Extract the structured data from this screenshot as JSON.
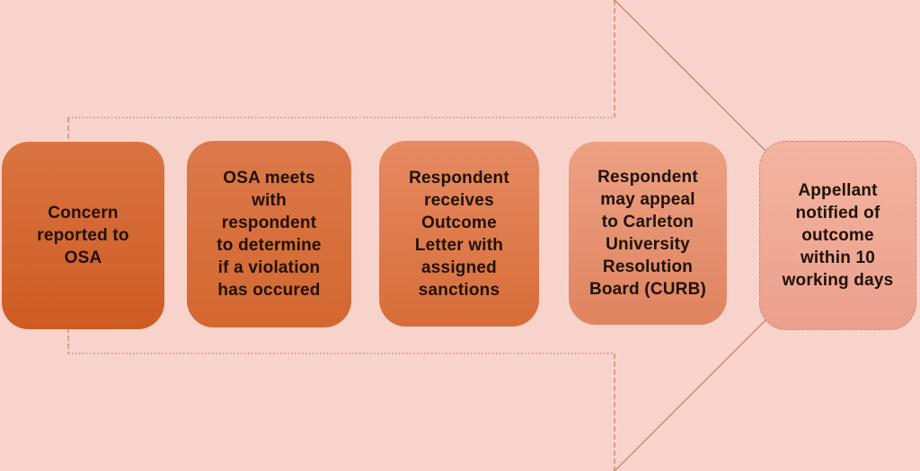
{
  "diagram": {
    "background_color": "#f8d3cb",
    "text_color": "#1f1206",
    "arrow": {
      "outline_color": "#cf7a5c"
    },
    "steps": [
      {
        "label": "Concern\nreported to\nOSA",
        "color_top": "#db7343",
        "color_bottom": "#cd5c22"
      },
      {
        "label": "OSA meets\nwith\nrespondent\nto determine\nif a violation\nhas occured",
        "color_top": "#dc794b",
        "color_bottom": "#d3672f"
      },
      {
        "label": "Respondent\nreceives\nOutcome\nLetter with\nassigned\nsanctions",
        "color_top": "#e68a63",
        "color_bottom": "#d76d38"
      },
      {
        "label": "Respondent\nmay appeal\nto Carleton\nUniversity\nResolution\nBoard (CURB)",
        "color_top": "#eda184",
        "color_bottom": "#df8360"
      },
      {
        "label": "Appellant\nnotified of\noutcome\nwithin 10\nworking days",
        "color_top": "#f3b4a1",
        "color_bottom": "#eca08d"
      }
    ]
  }
}
